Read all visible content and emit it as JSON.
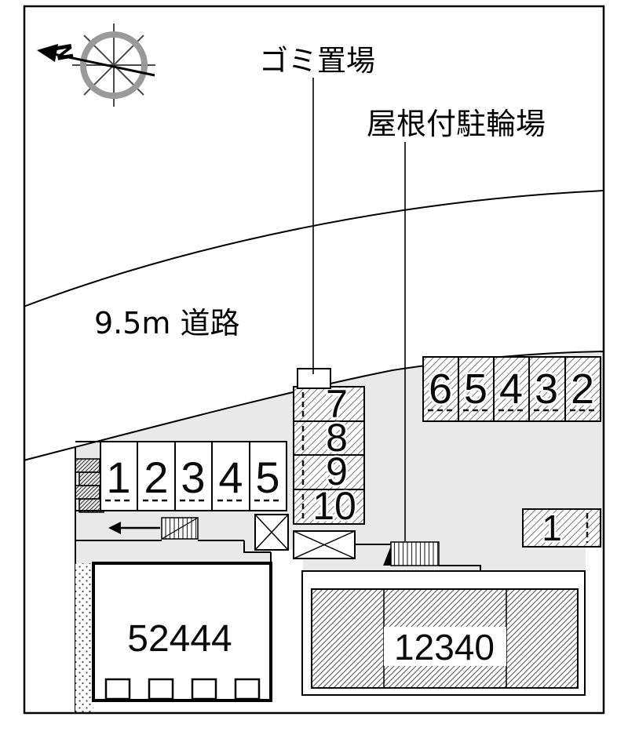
{
  "compass": {
    "north_label": "N"
  },
  "labels": {
    "garbage": "ゴミ置場",
    "bicycle": "屋根付駐輪場",
    "road": "9.5m 道路"
  },
  "parking": {
    "front_row": [
      "1",
      "2",
      "3",
      "4",
      "5"
    ],
    "center_column": [
      "7",
      "8",
      "9",
      "10"
    ],
    "upper_row": [
      "6",
      "5",
      "4",
      "3",
      "2"
    ],
    "east_stall": [
      "1"
    ]
  },
  "buildings": {
    "left_number": "52444",
    "right_number": "12340"
  },
  "colors": {
    "site_fill": "#e9e9e9",
    "line": "#000000"
  }
}
